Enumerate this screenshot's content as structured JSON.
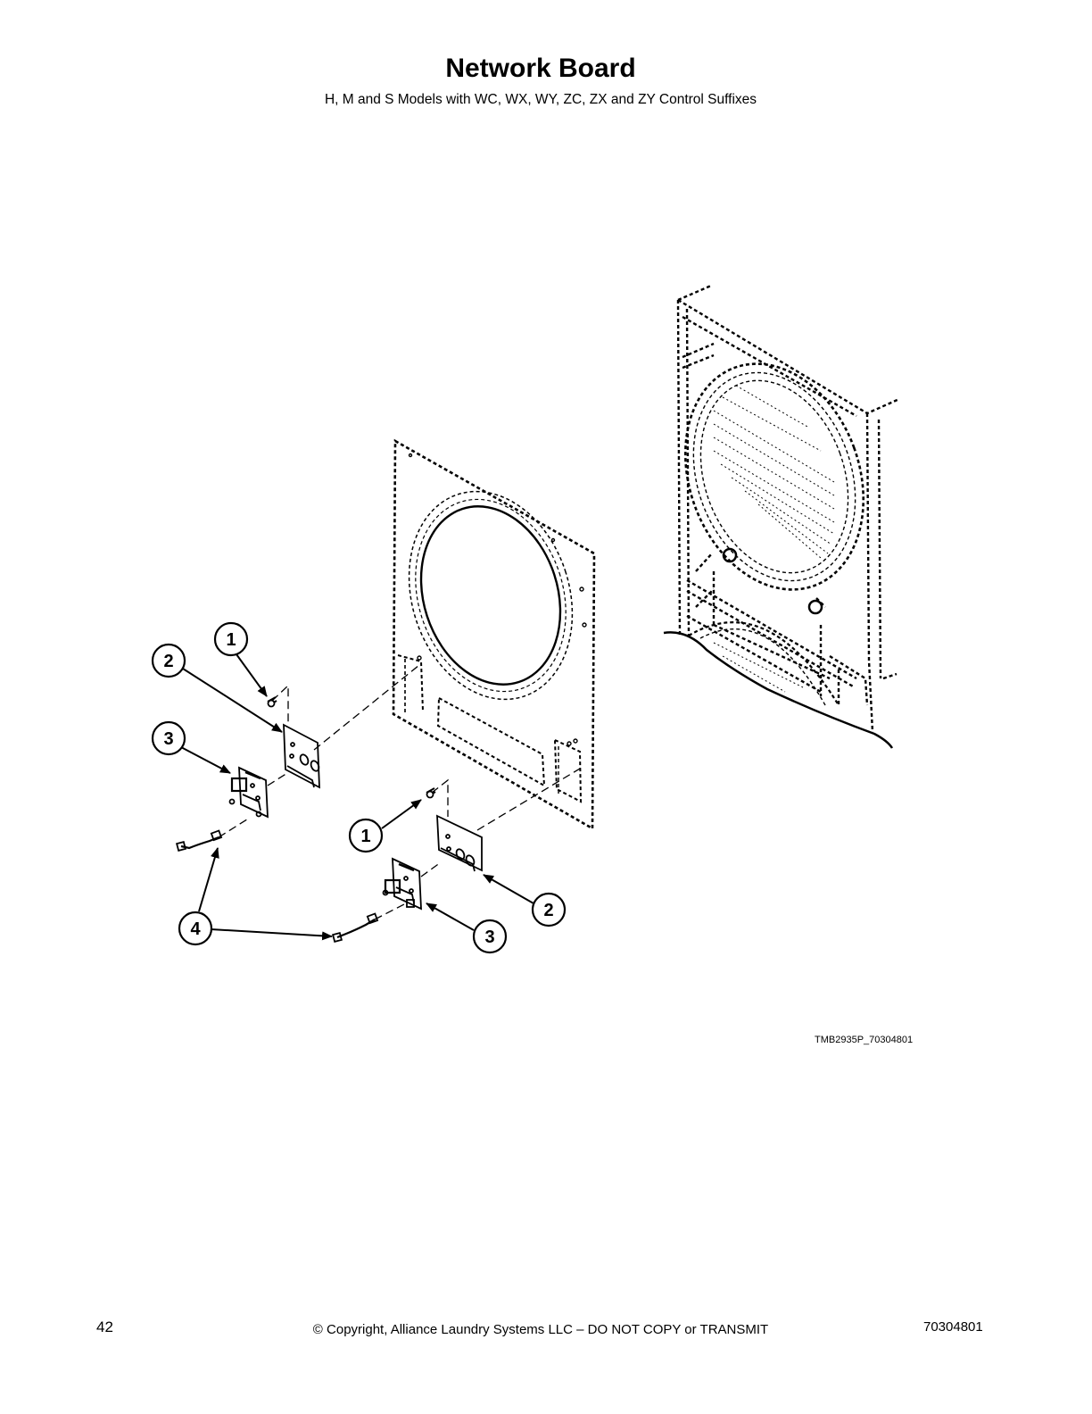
{
  "header": {
    "title": "Network Board",
    "subtitle": "H, M and S Models with WC, WX, WY, ZC, ZX and ZY Control Suffixes"
  },
  "figure": {
    "callouts": [
      "1",
      "2",
      "3",
      "1",
      "2",
      "3",
      "4"
    ],
    "figure_id": "TMB2935P_70304801"
  },
  "footer": {
    "page_number": "42",
    "copyright": "© Copyright, Alliance Laundry Systems LLC – DO NOT COPY or TRANSMIT",
    "doc_number": "70304801"
  }
}
